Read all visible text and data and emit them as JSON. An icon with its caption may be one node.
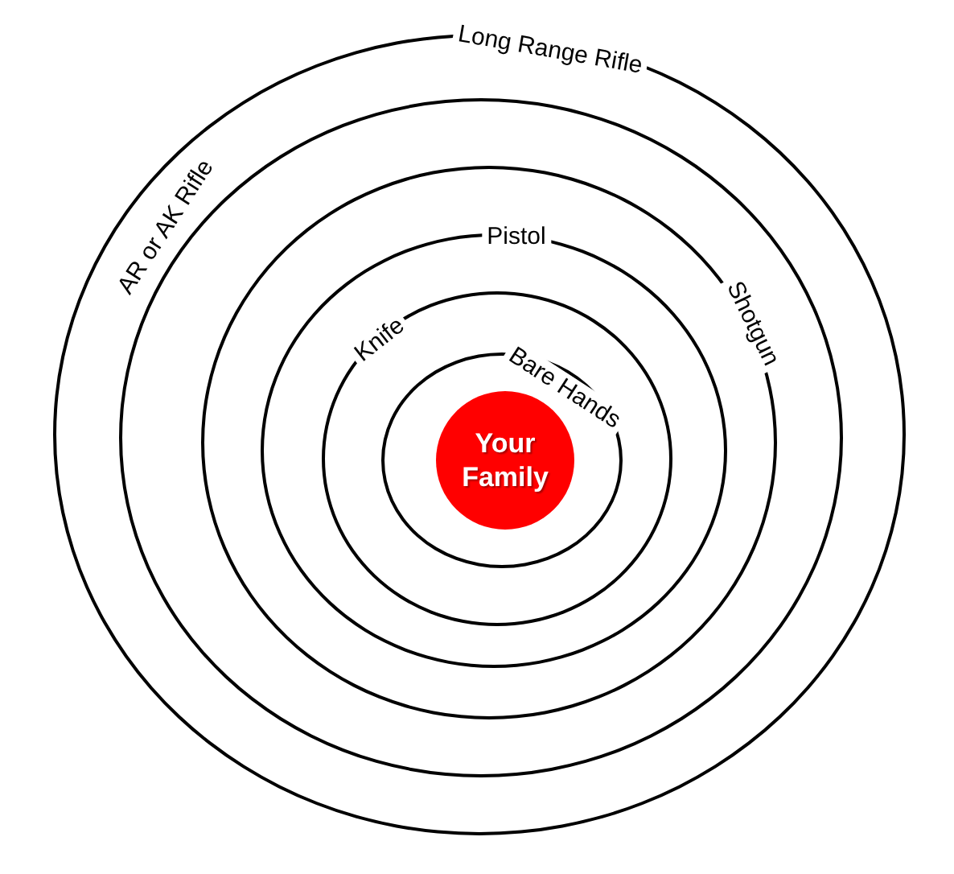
{
  "diagram": {
    "nodes": [
      {
        "text": [
          "Long Range Rifle"
        ]
      },
      {
        "text": [
          "AR or AK Rifle"
        ],
        "in": 0
      },
      {
        "text": [
          "Shotgun"
        ],
        "in": 1
      },
      {
        "text": [
          "Pistol"
        ],
        "in": 2
      },
      {
        "text": [
          "Knife"
        ],
        "in": 3
      },
      {
        "text": [
          "Bare Hands"
        ],
        "in": 4
      },
      {
        "text": [
          "Your Family"
        ],
        "in": 5
      }
    ]
  }
}
